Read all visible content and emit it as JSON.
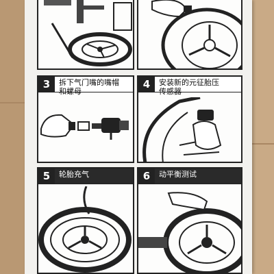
{
  "steps": [
    {
      "number": "3",
      "label": "拆下气门嘴的嘴帽\n和螺母"
    },
    {
      "number": "4",
      "label": "安装新的元征胎压\n传感器"
    },
    {
      "number": "5",
      "label": "轮胎充气"
    },
    {
      "number": "6",
      "label": "动平衡测试"
    }
  ],
  "colors": {
    "cardboard": "#c4a47f",
    "card": "#f2f1ee",
    "ink": "#222222"
  }
}
